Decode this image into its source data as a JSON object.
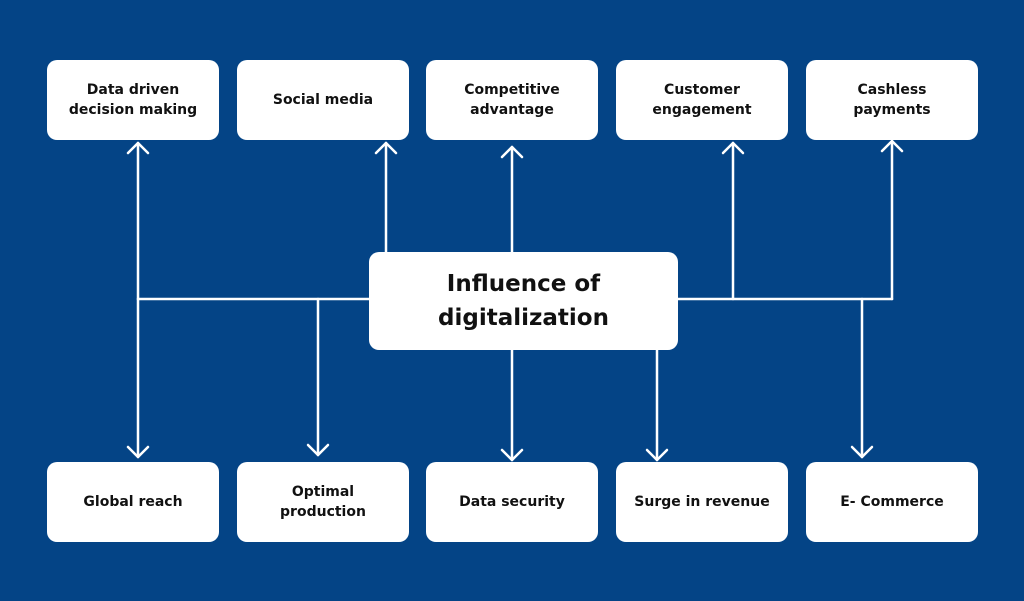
{
  "diagram": {
    "colors": {
      "background": "#044486",
      "box": "#ffffff",
      "text": "#111111",
      "connector": "#ffffff"
    },
    "center": {
      "label": "Influence of\ndigitalization"
    },
    "top_nodes": [
      {
        "label": "Data driven\ndecision making"
      },
      {
        "label": "Social media"
      },
      {
        "label": "Competitive\nadvantage"
      },
      {
        "label": "Customer\nengagement"
      },
      {
        "label": "Cashless\npayments"
      }
    ],
    "bottom_nodes": [
      {
        "label": "Global reach"
      },
      {
        "label": "Optimal\nproduction"
      },
      {
        "label": "Data security"
      },
      {
        "label": "Surge in revenue"
      },
      {
        "label": "E- Commerce"
      }
    ]
  }
}
